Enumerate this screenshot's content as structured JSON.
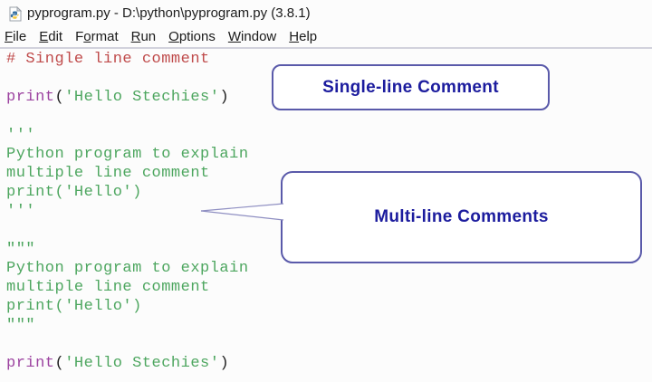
{
  "window": {
    "title": "pyprogram.py - D:\\python\\pyprogram.py (3.8.1)",
    "icon": "python-file-icon"
  },
  "menubar": {
    "items": [
      {
        "label": "File",
        "underline": 0
      },
      {
        "label": "Edit",
        "underline": 0
      },
      {
        "label": "Format",
        "underline": 1
      },
      {
        "label": "Run",
        "underline": 0
      },
      {
        "label": "Options",
        "underline": 0
      },
      {
        "label": "Window",
        "underline": 0
      },
      {
        "label": "Help",
        "underline": 0
      }
    ]
  },
  "editor": {
    "colors": {
      "comment": "#bf4a4a",
      "string": "#4da65f",
      "builtin": "#9c43a0",
      "plain": "#1f1f1f"
    },
    "lines": [
      {
        "segments": [
          {
            "text": "# Single line comment",
            "color": "comment"
          }
        ]
      },
      {
        "segments": []
      },
      {
        "segments": [
          {
            "text": "print",
            "color": "builtin"
          },
          {
            "text": "(",
            "color": "plain"
          },
          {
            "text": "'Hello Stechies'",
            "color": "string"
          },
          {
            "text": ")",
            "color": "plain"
          }
        ]
      },
      {
        "segments": []
      },
      {
        "segments": [
          {
            "text": "'''",
            "color": "string"
          }
        ]
      },
      {
        "segments": [
          {
            "text": "Python program to explain",
            "color": "string"
          }
        ]
      },
      {
        "segments": [
          {
            "text": "multiple line comment",
            "color": "string"
          }
        ]
      },
      {
        "segments": [
          {
            "text": "print('Hello')",
            "color": "string"
          }
        ]
      },
      {
        "segments": [
          {
            "text": "'''",
            "color": "string"
          }
        ]
      },
      {
        "segments": []
      },
      {
        "segments": [
          {
            "text": "\"\"\"",
            "color": "string"
          }
        ]
      },
      {
        "segments": [
          {
            "text": "Python program to explain",
            "color": "string"
          }
        ]
      },
      {
        "segments": [
          {
            "text": "multiple line comment",
            "color": "string"
          }
        ]
      },
      {
        "segments": [
          {
            "text": "print('Hello')",
            "color": "string"
          }
        ]
      },
      {
        "segments": [
          {
            "text": "\"\"\"",
            "color": "string"
          }
        ]
      },
      {
        "segments": []
      },
      {
        "segments": [
          {
            "text": "print",
            "color": "builtin"
          },
          {
            "text": "(",
            "color": "plain"
          },
          {
            "text": "'Hello Stechies'",
            "color": "string"
          },
          {
            "text": ")",
            "color": "plain"
          }
        ]
      }
    ]
  },
  "callouts": {
    "single_line": {
      "label": "Single-line Comment"
    },
    "multi_line": {
      "label": "Multi-line Comments"
    }
  },
  "theme": {
    "callout_border": "#5a5aaa",
    "callout_text": "#1c1c9e",
    "menu_separator": "#d2d2dc"
  }
}
